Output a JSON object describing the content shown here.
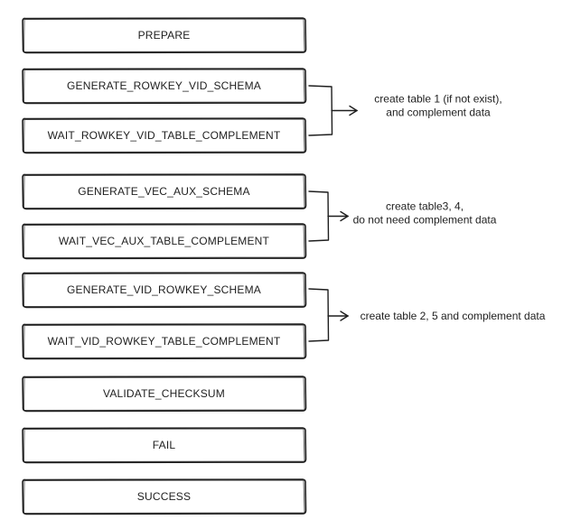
{
  "states": [
    "PREPARE",
    "GENERATE_ROWKEY_VID_SCHEMA",
    "WAIT_ROWKEY_VID_TABLE_COMPLEMENT",
    "GENERATE_VEC_AUX_SCHEMA",
    "WAIT_VEC_AUX_TABLE_COMPLEMENT",
    "GENERATE_VID_ROWKEY_SCHEMA",
    "WAIT_VID_ROWKEY_TABLE_COMPLEMENT",
    "VALIDATE_CHECKSUM",
    "FAIL",
    "SUCCESS"
  ],
  "annotations": [
    {
      "lines": [
        "create table 1  (if not exist),",
        "and complement data"
      ],
      "from_states": [
        1,
        2
      ]
    },
    {
      "lines": [
        "create table3, 4,",
        "do not need complement data"
      ],
      "from_states": [
        3,
        4
      ]
    },
    {
      "lines": [
        "create table 2, 5 and complement data"
      ],
      "from_states": [
        5,
        6
      ]
    }
  ]
}
